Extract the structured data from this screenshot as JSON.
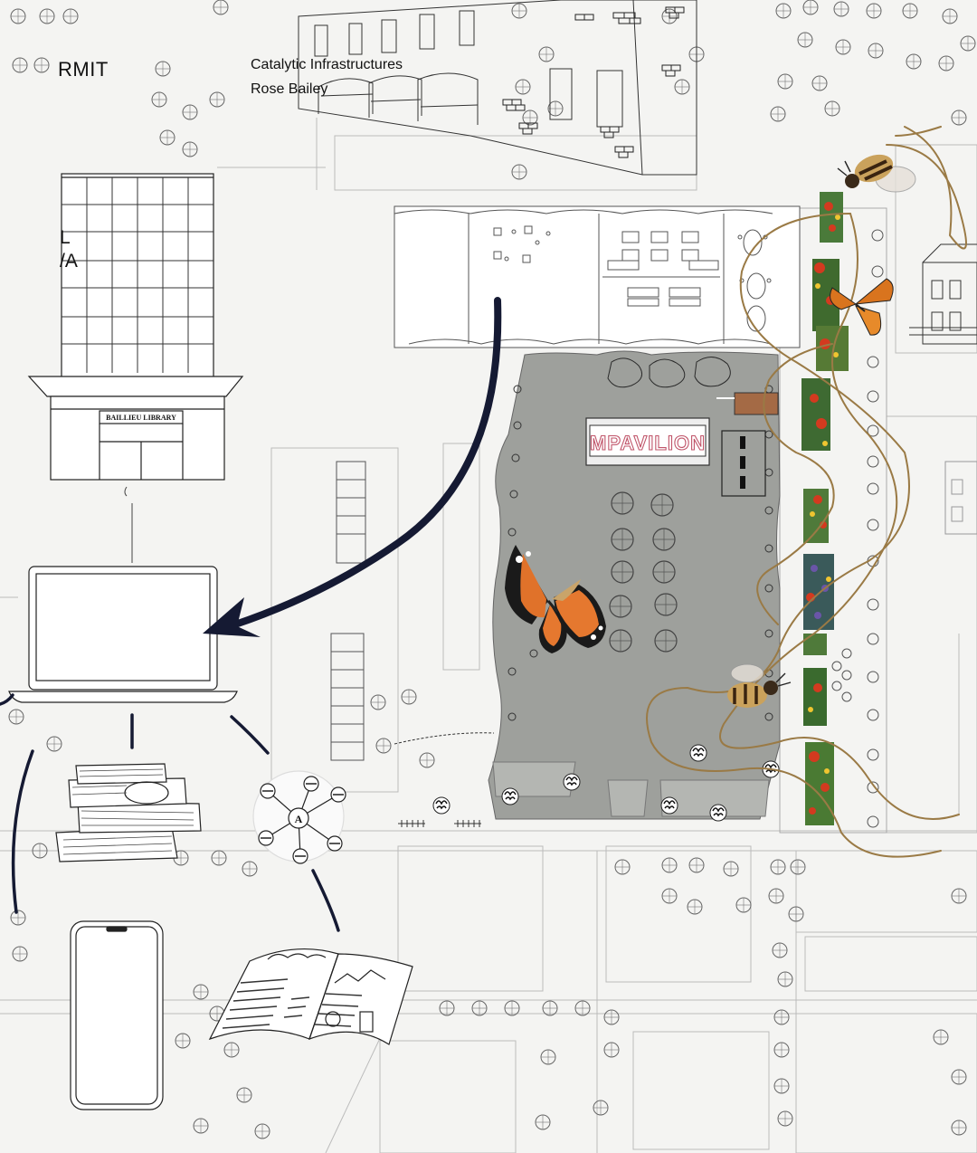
{
  "header": {
    "institution": "RMIT",
    "project_title": "Catalytic Infrastructures",
    "author": "Rose Bailey"
  },
  "library": {
    "sign": "BAILLIEU LIBRARY",
    "glyph_line1": "L",
    "glyph_line2": "/A"
  },
  "pavilion": {
    "sign": "MPAVILION"
  },
  "network": {
    "hub_letter": "A"
  },
  "colors": {
    "paper": "#f4f4f2",
    "linework": "#555555",
    "concrete": "#9ea09c",
    "arrow": "#151a33",
    "twine": "#9a7a45",
    "butterfly_orange": "#e0722a"
  }
}
